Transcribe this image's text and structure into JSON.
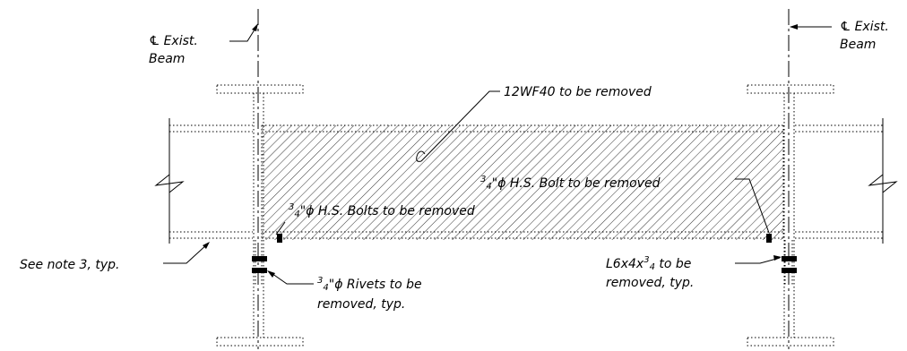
{
  "labels": {
    "cl_symbol": "℄",
    "exist_beam_left_line1": "Exist.",
    "exist_beam_left_line2": "Beam",
    "exist_beam_right_line1": "Exist.",
    "exist_beam_right_line2": "Beam",
    "beam_removed": "12WF40 to be removed",
    "bolt_right_frac": "3",
    "bolt_right_frac2": "4",
    "bolt_right_text": "\"ϕ H.S. Bolt to be removed",
    "bolts_left_frac": "3",
    "bolts_left_frac2": "4",
    "bolts_left_text": "\"ϕ H.S. Bolts to be removed",
    "see_note": "See note 3, typ.",
    "rivets_frac": "3",
    "rivets_frac2": "4",
    "rivets_line1": "\"ϕ Rivets to be",
    "rivets_line2": "removed, typ.",
    "angle_line1_a": "L6x4x",
    "angle_frac": "3",
    "angle_frac2": "4",
    "angle_line1_b": " to be",
    "angle_line2": "removed, typ."
  }
}
